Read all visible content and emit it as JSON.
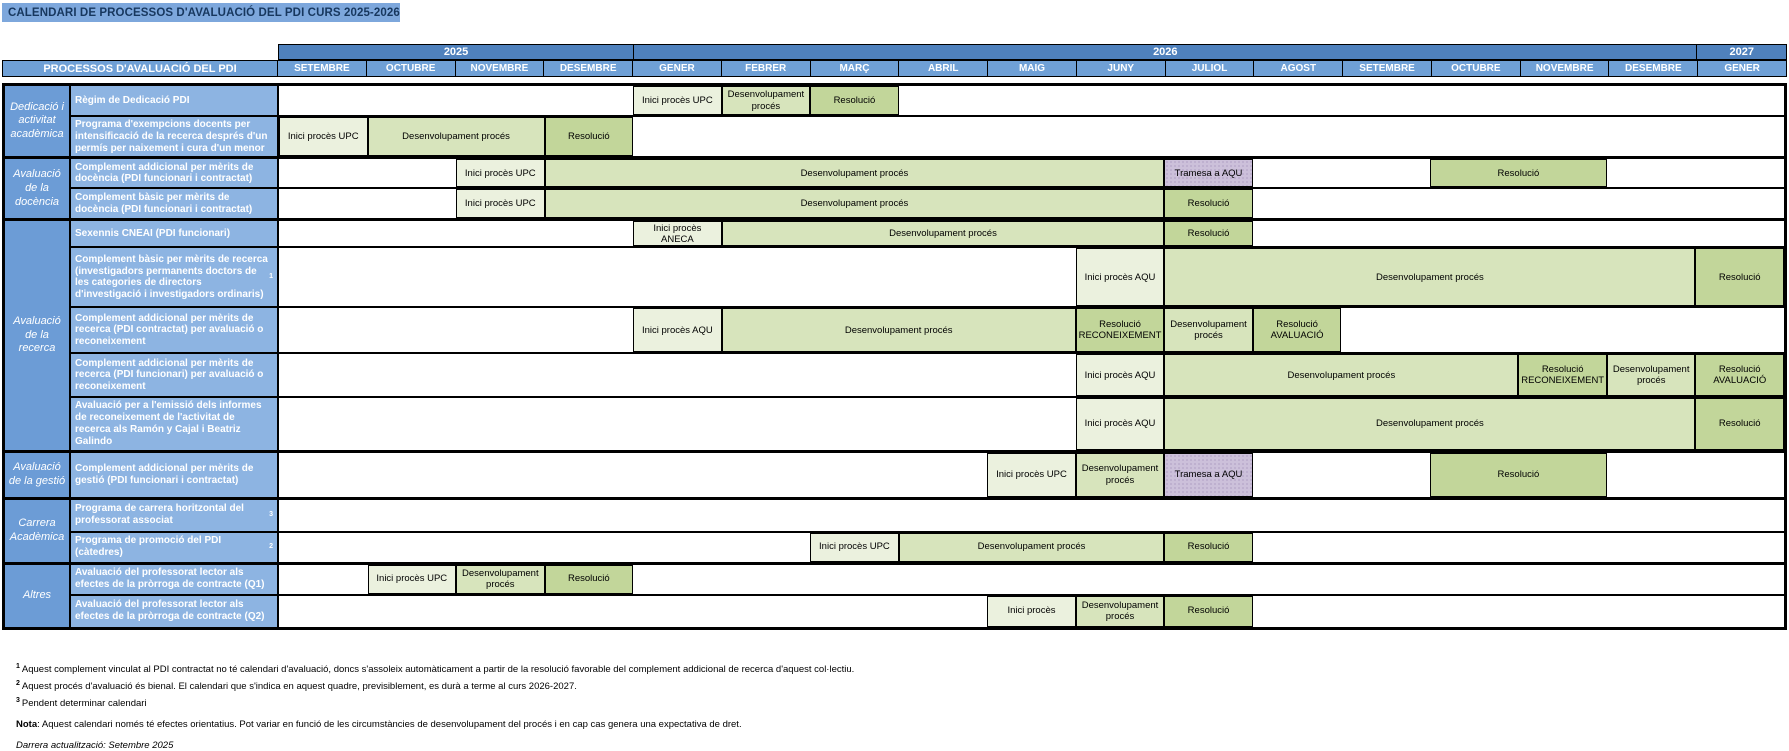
{
  "title": "CALENDARI DE PROCESSOS D'AVALUACIÓ DEL PDI CURS 2025-2026",
  "colors": {
    "title_bg": "#7da7dc",
    "title_text": "#17375e",
    "year_band": "#4f81bd",
    "month_band": "#6fa0d6",
    "category_cell": "#6c9cd6",
    "process_name_cell": "#8db4e2",
    "phase_inici": "#ebf1de",
    "phase_desenvolupament": "#d7e4bc",
    "phase_resolucio": "#c2d69a",
    "phase_tramesa": "#ccc0da",
    "grid_border": "#000000"
  },
  "table": {
    "corner_header": "PROCESSOS D'AVALUACIÓ DEL PDI",
    "years": [
      {
        "label": "2025",
        "span": 4
      },
      {
        "label": "2026",
        "span": 12
      },
      {
        "label": "2027",
        "span": 1
      }
    ],
    "months": [
      "SETEMBRE",
      "OCTUBRE",
      "NOVEMBRE",
      "DESEMBRE",
      "GENER",
      "FEBRER",
      "MARÇ",
      "ABRIL",
      "MAIG",
      "JUNY",
      "JULIOL",
      "AGOST",
      "SETEMBRE",
      "OCTUBRE",
      "NOVEMBRE",
      "DESEMBRE",
      "GENER"
    ],
    "groups": [
      {
        "category": "Dedicació i activitat acadèmica",
        "rows": [
          {
            "name": "Règim de Dedicació PDI",
            "sup": "",
            "h": 31,
            "cells": [
              {
                "start": 4,
                "span": 1,
                "label": "Inici procès UPC",
                "type": "inici"
              },
              {
                "start": 5,
                "span": 1,
                "label": "Desenvolupament procés",
                "type": "desenv"
              },
              {
                "start": 6,
                "span": 1,
                "label": "Resolució",
                "type": "resol"
              }
            ]
          },
          {
            "name": "Programa d'exempcions docents per intensificació de la recerca després d'un permís per naixement i cura d'un menor",
            "sup": "",
            "h": 39,
            "cells": [
              {
                "start": 0,
                "span": 1,
                "label": "Inici procès UPC",
                "type": "inici"
              },
              {
                "start": 1,
                "span": 2,
                "label": "Desenvolupament procés",
                "type": "desenv"
              },
              {
                "start": 3,
                "span": 1,
                "label": "Resolució",
                "type": "resol"
              }
            ]
          }
        ]
      },
      {
        "category": "Avaluació de la docència",
        "rows": [
          {
            "name": "Complement addicional per mèrits de docència (PDI funcionari i contractat)",
            "sup": "",
            "h": 30,
            "cells": [
              {
                "start": 2,
                "span": 1,
                "label": "Inici procès UPC",
                "type": "inici"
              },
              {
                "start": 3,
                "span": 7,
                "label": "Desenvolupament procés",
                "type": "desenv"
              },
              {
                "start": 10,
                "span": 1,
                "label": "Tramesa a AQU",
                "type": "tramesa"
              },
              {
                "start": 13,
                "span": 2,
                "label": "Resolució",
                "type": "resol"
              }
            ]
          },
          {
            "name": "Complement bàsic per mèrits de docència (PDI funcionari i contractat)",
            "sup": "",
            "h": 29,
            "cells": [
              {
                "start": 2,
                "span": 1,
                "label": "Inici procès UPC",
                "type": "inici"
              },
              {
                "start": 3,
                "span": 7,
                "label": "Desenvolupament procés",
                "type": "desenv"
              },
              {
                "start": 10,
                "span": 1,
                "label": "Resolució",
                "type": "resol"
              }
            ]
          }
        ]
      },
      {
        "category": "Avaluació de la recerca",
        "rows": [
          {
            "name": "Sexennis CNEAI (PDI funcionari)",
            "sup": "",
            "h": 27,
            "cells": [
              {
                "start": 4,
                "span": 1,
                "label": "Inici procès ANECA",
                "type": "inici"
              },
              {
                "start": 5,
                "span": 5,
                "label": "Desenvolupament procés",
                "type": "desenv"
              },
              {
                "start": 10,
                "span": 1,
                "label": "Resolució",
                "type": "resol"
              }
            ]
          },
          {
            "name": "Complement bàsic per mèrits de recerca (investigadors permanents doctors de les categories de directors d'investigació i investigadors ordinaris)",
            "sup": "1",
            "h": 60,
            "cells": [
              {
                "start": 9,
                "span": 1,
                "label": "Inici procès AQU",
                "type": "inici"
              },
              {
                "start": 10,
                "span": 6,
                "label": "Desenvolupament procés",
                "type": "desenv"
              },
              {
                "start": 16,
                "span": 1,
                "label": "Resolució",
                "type": "resol"
              }
            ]
          },
          {
            "name": "Complement addicional per mèrits de recerca (PDI contractat) per avaluació o reconeixement",
            "sup": "",
            "h": 46,
            "cells": [
              {
                "start": 4,
                "span": 1,
                "label": "Inici procès AQU",
                "type": "inici"
              },
              {
                "start": 5,
                "span": 4,
                "label": "Desenvolupament procés",
                "type": "desenv"
              },
              {
                "start": 9,
                "span": 1,
                "label": "Resolució RECONEIXEMENT",
                "type": "resol"
              },
              {
                "start": 10,
                "span": 1,
                "label": "Desenvolupament procés",
                "type": "desenv"
              },
              {
                "start": 11,
                "span": 1,
                "label": "Resolució AVALUACIÓ",
                "type": "resol"
              }
            ]
          },
          {
            "name": "Complement addicional per mèrits de recerca (PDI funcionari) per avaluació o reconeixement",
            "sup": "",
            "h": 44,
            "cells": [
              {
                "start": 9,
                "span": 1,
                "label": "Inici procès AQU",
                "type": "inici"
              },
              {
                "start": 10,
                "span": 4,
                "label": "Desenvolupament procés",
                "type": "desenv"
              },
              {
                "start": 14,
                "span": 1,
                "label": "Resolució RECONEIXEMENT",
                "type": "resol"
              },
              {
                "start": 15,
                "span": 1,
                "label": "Desenvolupament procés",
                "type": "desenv"
              },
              {
                "start": 16,
                "span": 1,
                "label": "Resolució AVALUACIÓ",
                "type": "resol"
              }
            ]
          },
          {
            "name": "Avaluació per a l'emissió dels informes de reconeixement de l'activitat de recerca als Ramón y Cajal i Beatriz Galindo",
            "sup": "",
            "h": 44,
            "cells": [
              {
                "start": 9,
                "span": 1,
                "label": "Inici procès AQU",
                "type": "inici"
              },
              {
                "start": 10,
                "span": 6,
                "label": "Desenvolupament procés",
                "type": "desenv"
              },
              {
                "start": 16,
                "span": 1,
                "label": "Resolució",
                "type": "resol"
              }
            ]
          }
        ]
      },
      {
        "category": "Avaluació de la gestió",
        "rows": [
          {
            "name": "Complement addicional per mèrits de gestió (PDI funcionari i contractat)",
            "sup": "",
            "h": 44,
            "cells": [
              {
                "start": 8,
                "span": 1,
                "label": "Inici procès UPC",
                "type": "inici"
              },
              {
                "start": 9,
                "span": 1,
                "label": "Desenvolupament procés",
                "type": "desenv"
              },
              {
                "start": 10,
                "span": 1,
                "label": "Tramesa a AQU",
                "type": "tramesa"
              },
              {
                "start": 13,
                "span": 2,
                "label": "Resolució",
                "type": "resol"
              }
            ]
          }
        ]
      },
      {
        "category": "Carrera Acadèmica",
        "rows": [
          {
            "name": "Programa de carrera horitzontal del professorat associat",
            "sup": "3",
            "h": 33,
            "cells": []
          },
          {
            "name": "Programa de promoció del PDI (càtedres)",
            "sup": "2",
            "h": 29,
            "cells": [
              {
                "start": 6,
                "span": 1,
                "label": "Inici procès UPC",
                "type": "inici"
              },
              {
                "start": 7,
                "span": 3,
                "label": "Desenvolupament procés",
                "type": "desenv"
              },
              {
                "start": 10,
                "span": 1,
                "label": "Resolució",
                "type": "resol"
              }
            ]
          }
        ]
      },
      {
        "category": "Altres",
        "rows": [
          {
            "name": "Avaluació del professorat lector als efectes de la pròrroga de contracte (Q1)",
            "sup": "",
            "h": 31,
            "cells": [
              {
                "start": 1,
                "span": 1,
                "label": "Inici procès UPC",
                "type": "inici"
              },
              {
                "start": 2,
                "span": 1,
                "label": "Desenvolupament procés",
                "type": "desenv"
              },
              {
                "start": 3,
                "span": 1,
                "label": "Resolució",
                "type": "resol"
              }
            ]
          },
          {
            "name": "Avaluació del professorat lector als efectes de la pròrroga de contracte (Q2)",
            "sup": "",
            "h": 31,
            "cells": [
              {
                "start": 8,
                "span": 1,
                "label": "Inici procès",
                "type": "inici"
              },
              {
                "start": 9,
                "span": 1,
                "label": "Desenvolupament procés",
                "type": "desenv"
              },
              {
                "start": 10,
                "span": 1,
                "label": "Resolució",
                "type": "resol"
              }
            ]
          }
        ]
      }
    ]
  },
  "footnotes": [
    {
      "sup": "1",
      "text": "Aquest complement vinculat al PDI contractat no té calendari d'avaluació, doncs s'assoleix automàticament a partir de la resolució favorable del complement addicional de recerca d'aquest col·lectiu."
    },
    {
      "sup": "2",
      "text": "Aquest procés d'avaluació és bienal. El calendari que s'indica en aquest quadre, previsiblement, es durà a terme al curs 2026-2027."
    },
    {
      "sup": "3",
      "text": "Pendent determinar calendari"
    }
  ],
  "note": {
    "label": "Nota",
    "text": ": Aquest calendari només té efectes orientatius. Pot variar en funció de les circumstàncies de desenvolupament del procés i en cap cas genera una expectativa de dret."
  },
  "last_update": "Darrera actualització: Setembre 2025"
}
